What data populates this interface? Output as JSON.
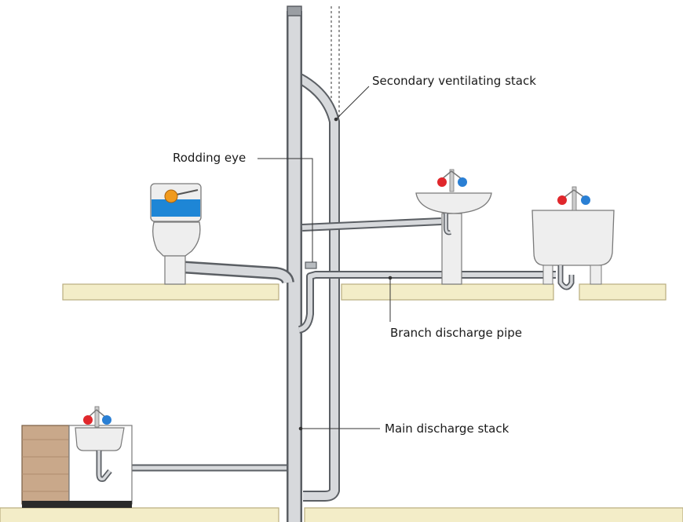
{
  "labels": {
    "secondary_ventilating_stack": "Secondary ventilating stack",
    "rodding_eye": "Rodding eye",
    "branch_discharge_pipe": "Branch discharge pipe",
    "main_discharge_stack": "Main discharge stack"
  },
  "colors": {
    "pipe_fill": "#d7d9dc",
    "pipe_outline": "#5b5f64",
    "floor_slab": "#f3edc8",
    "floor_slab_edge": "#b9ad7e",
    "cistern_water": "#1e86d6",
    "float_ball": "#f09a1e",
    "hot_tap": "#e0272c",
    "cold_tap": "#2a7fd4",
    "cabinet_wood": "#c9a88a",
    "ceramic": "#eeeeee"
  },
  "icons": [
    "toilet-icon",
    "washbasin-icon",
    "bath-icon",
    "sink-icon",
    "hot-tap-icon",
    "cold-tap-icon"
  ]
}
